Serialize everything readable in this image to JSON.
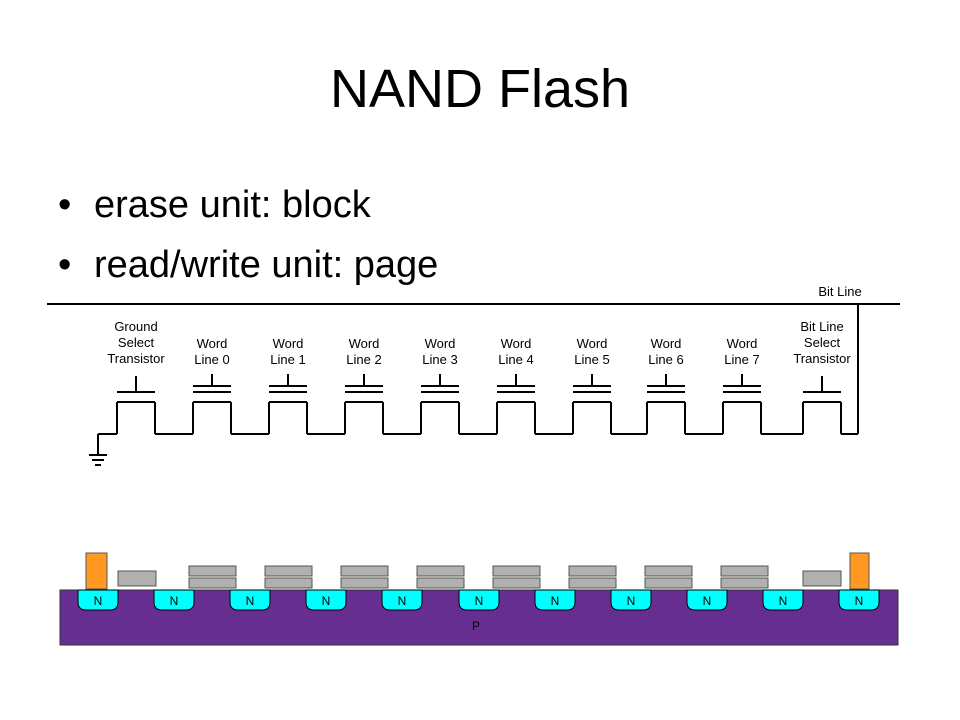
{
  "slide": {
    "title": "NAND Flash",
    "bullets": [
      {
        "text": "erase unit: block"
      },
      {
        "text": "read/write unit: page"
      }
    ]
  },
  "schematic": {
    "bit_line_label": "Bit Line",
    "ground_select": [
      "Ground",
      "Select",
      "Transistor"
    ],
    "word_lines": [
      [
        "Word",
        "Line 0"
      ],
      [
        "Word",
        "Line 1"
      ],
      [
        "Word",
        "Line 2"
      ],
      [
        "Word",
        "Line 3"
      ],
      [
        "Word",
        "Line 4"
      ],
      [
        "Word",
        "Line 5"
      ],
      [
        "Word",
        "Line 6"
      ],
      [
        "Word",
        "Line 7"
      ]
    ],
    "bit_line_select": [
      "Bit Line",
      "Select",
      "Transistor"
    ]
  },
  "cross_section": {
    "n_label": "N",
    "n_region_count": 11,
    "substrate_label": "P",
    "colors": {
      "substrate": "#672e92",
      "n_region": "#00ffff",
      "gate": "#b0b0b0",
      "contact": "#ff9922"
    }
  }
}
